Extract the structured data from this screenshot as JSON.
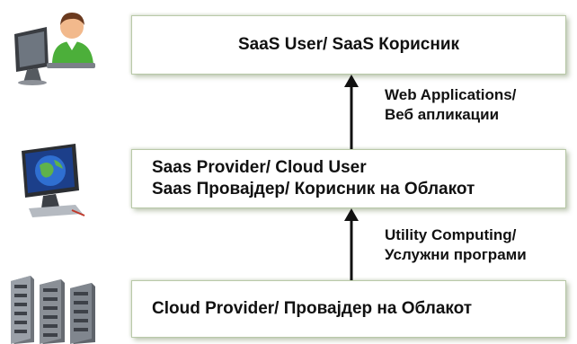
{
  "layers": {
    "saas_user": "SaaS User/ SaaS Корисник",
    "saas_provider": {
      "line1": "Saas Provider/ Cloud User",
      "line2": "Saas Провајдер/ Корисник на Облакот"
    },
    "cloud_provider": "Cloud Provider/ Провајдер на Облакот"
  },
  "connections": {
    "web_applications": {
      "line1": "Web Applications/",
      "line2": "Веб апликации"
    },
    "utility_computing": {
      "line1": "Utility Computing/",
      "line2": "Услужни програми"
    }
  },
  "icons": {
    "user": "user-at-computer-icon",
    "provider": "monitor-with-globe-icon",
    "cloud": "server-rack-icon"
  },
  "colors": {
    "box_border": "#b9c9a8",
    "arrow": "#111111",
    "user_shirt": "#4caf3a",
    "user_skin": "#f2b98c",
    "globe": "#2f6fd1",
    "server": "#8a8f96"
  }
}
